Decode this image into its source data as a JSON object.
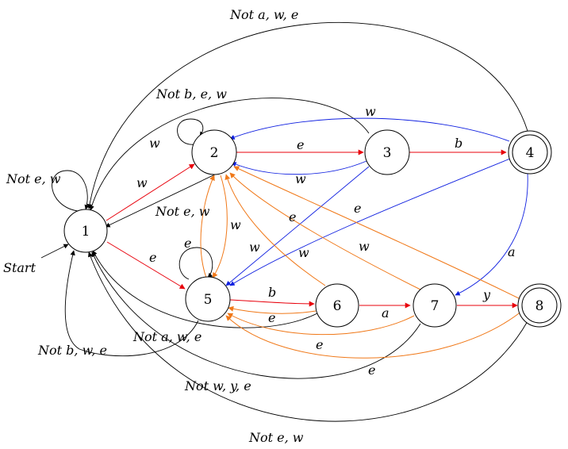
{
  "diagram": {
    "start_label": "Start",
    "states": [
      {
        "id": "1",
        "label": "1",
        "accepting": false
      },
      {
        "id": "2",
        "label": "2",
        "accepting": false
      },
      {
        "id": "3",
        "label": "3",
        "accepting": false
      },
      {
        "id": "4",
        "label": "4",
        "accepting": true
      },
      {
        "id": "5",
        "label": "5",
        "accepting": false
      },
      {
        "id": "6",
        "label": "6",
        "accepting": false
      },
      {
        "id": "7",
        "label": "7",
        "accepting": false
      },
      {
        "id": "8",
        "label": "8",
        "accepting": true
      }
    ],
    "edge_labels": {
      "not_a_w_e_top": "Not a, w, e",
      "not_b_e_w_top": "Not b, e, w",
      "w_4_2": "w",
      "w_self_2": "w",
      "e_2_3": "e",
      "b_3_4": "b",
      "w_3_2": "w",
      "not_e_w_self_1": "Not e, w",
      "w_1_2": "w",
      "not_e_w_2_1": "Not e, w",
      "e_6_2": "e",
      "e_4_5": "e",
      "w_2_5": "w",
      "w_5_2": "w",
      "w_3_5": "w",
      "w_7_2": "w",
      "a_4_7": "a",
      "e_1_5": "e",
      "e_self_5": "e",
      "b_5_6": "b",
      "y_7_8": "y",
      "e_6_5": "e",
      "a_6_7": "a",
      "not_a_w_e_6_1": "Not a, w, e",
      "e_7_5": "e",
      "not_b_w_e_5_1": "Not b, w, e",
      "e_8_5": "e",
      "not_w_y_e_7_1": "Not w, y, e",
      "not_e_w_8_1": "Not e, w"
    },
    "colors": {
      "black": "#000000",
      "red": "#e8000b",
      "blue": "#1020e0",
      "orange": "#f07818"
    }
  }
}
